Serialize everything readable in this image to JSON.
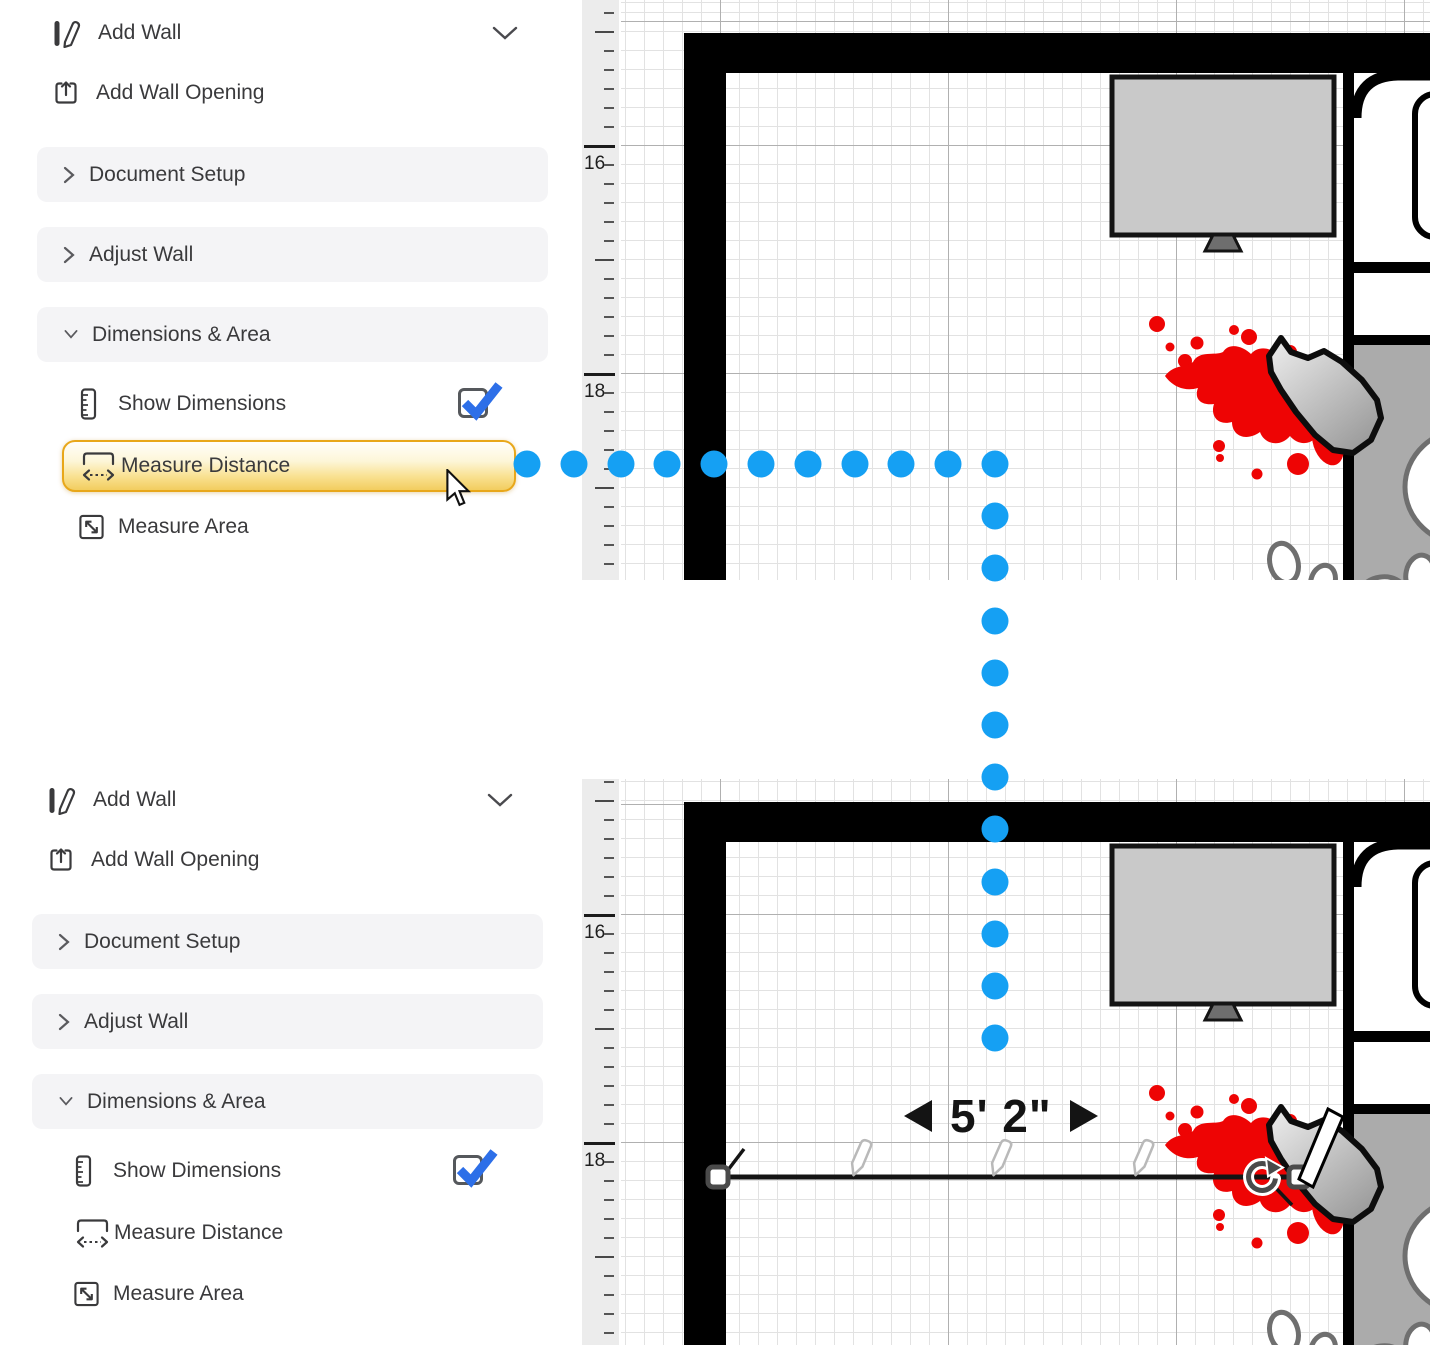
{
  "colors": {
    "accent_blue": "#15A0F3",
    "checkbox_blue": "#2D6FE8",
    "highlight_border": "#E8A71A",
    "blood_red": "#EE0404",
    "wall_black": "#000000",
    "floor_gray": "#ABABAB"
  },
  "sidebar": {
    "add_wall_label": "Add Wall",
    "add_wall_opening_label": "Add Wall Opening",
    "document_setup_label": "Document Setup",
    "adjust_wall_label": "Adjust Wall",
    "dimensions_area_label": "Dimensions & Area",
    "show_dimensions_label": "Show Dimensions",
    "show_dimensions_checked": true,
    "measure_distance_label": "Measure Distance",
    "measure_area_label": "Measure Area"
  },
  "canvas": {
    "ruler_labels": [
      "16",
      "18"
    ],
    "measurement_value": "5' 2\""
  }
}
